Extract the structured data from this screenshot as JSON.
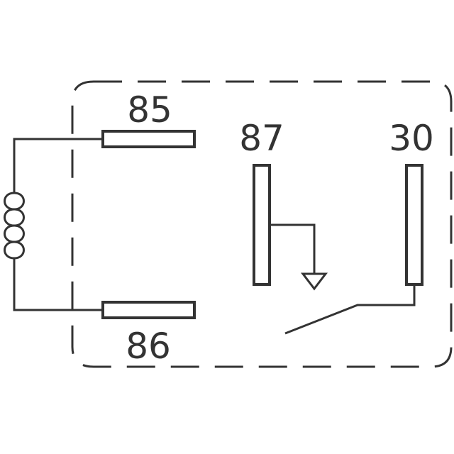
{
  "diagram": {
    "pins": {
      "p85": "85",
      "p86": "86",
      "p87": "87",
      "p30": "30"
    },
    "colors": {
      "line": "#333333",
      "background": "#ffffff"
    }
  }
}
